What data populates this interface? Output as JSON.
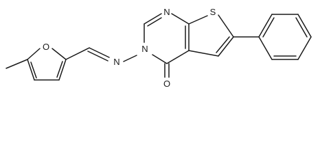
{
  "molecule": {
    "atoms": {
      "O_furan": "O",
      "N_imine": "N",
      "N_ring_top": "N",
      "N_ring_3": "N",
      "S_thiophene": "S",
      "O_carbonyl": "O"
    }
  }
}
